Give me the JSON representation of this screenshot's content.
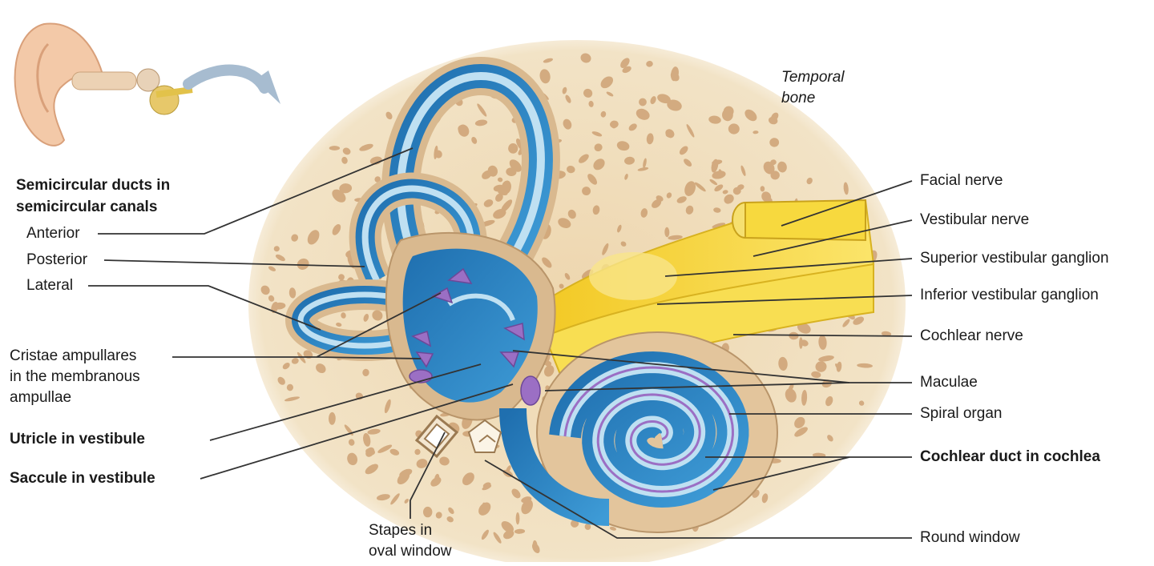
{
  "labels_left": {
    "semicircular_heading_1": "Semicircular ducts in",
    "semicircular_heading_2": "semicircular canals",
    "anterior": "Anterior",
    "posterior": "Posterior",
    "lateral": "Lateral",
    "cristae_1": "Cristae ampullares",
    "cristae_2": "in the membranous",
    "cristae_3": "ampullae",
    "utricle": "Utricle in vestibule",
    "saccule": "Saccule in vestibule"
  },
  "labels_bottom": {
    "stapes_1": "Stapes in",
    "stapes_2": "oval window"
  },
  "labels_top": {
    "temporal_1": "Temporal",
    "temporal_2": "bone"
  },
  "labels_right": {
    "facial_nerve": "Facial nerve",
    "vestibular_nerve": "Vestibular nerve",
    "superior_ganglion": "Superior vestibular ganglion",
    "inferior_ganglion": "Inferior vestibular ganglion",
    "cochlear_nerve": "Cochlear nerve",
    "maculae": "Maculae",
    "spiral_organ": "Spiral organ",
    "cochlear_duct": "Cochlear duct in cochlea",
    "round_window": "Round window"
  },
  "colors": {
    "bone": "#eedcb8",
    "bone_pore": "#c49a66",
    "bony_labyrinth": "#d9b98f",
    "perilymph_blue": "#2f86c6",
    "duct_light": "#bfe0f2",
    "nerve_yellow": "#f5d43a",
    "macula_purple": "#9b6fc4"
  }
}
